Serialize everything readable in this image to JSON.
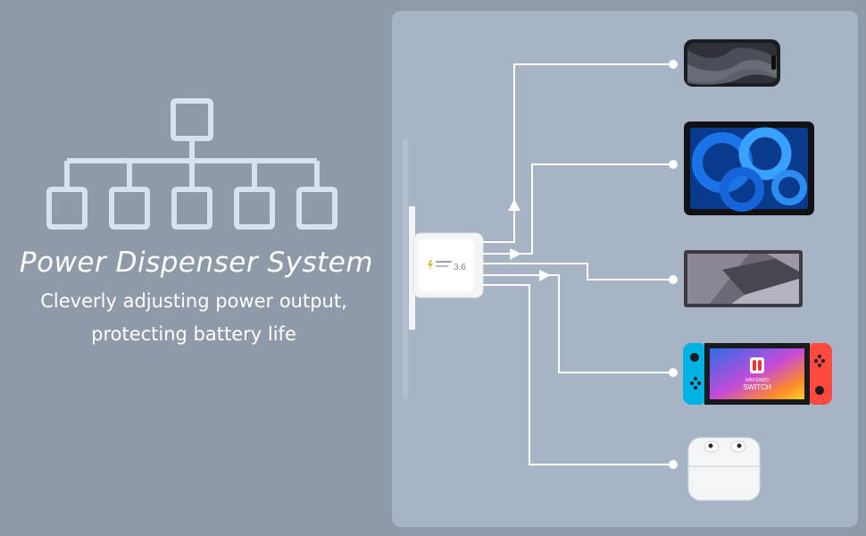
{
  "headline": "Power Dispenser System",
  "subtitle_line1": "Cleverly adjusting power output,",
  "subtitle_line2": "protecting battery life",
  "charger": {
    "badge_text": "3.6"
  },
  "devices": [
    {
      "kind": "phone-icon"
    },
    {
      "kind": "tablet-icon"
    },
    {
      "kind": "android-phone-icon"
    },
    {
      "kind": "game-console-icon",
      "screen_text_1": "NINTENDO",
      "screen_text_2": "SWITCH"
    },
    {
      "kind": "earbuds-case-icon"
    }
  ],
  "colors": {
    "background": "#8f9aa8",
    "panel": "#a7b4c6",
    "tree": "#d6e2f0",
    "lines": "#ffffff",
    "joycon_left": "#00b2e3",
    "joycon_right": "#ff4a3d"
  }
}
